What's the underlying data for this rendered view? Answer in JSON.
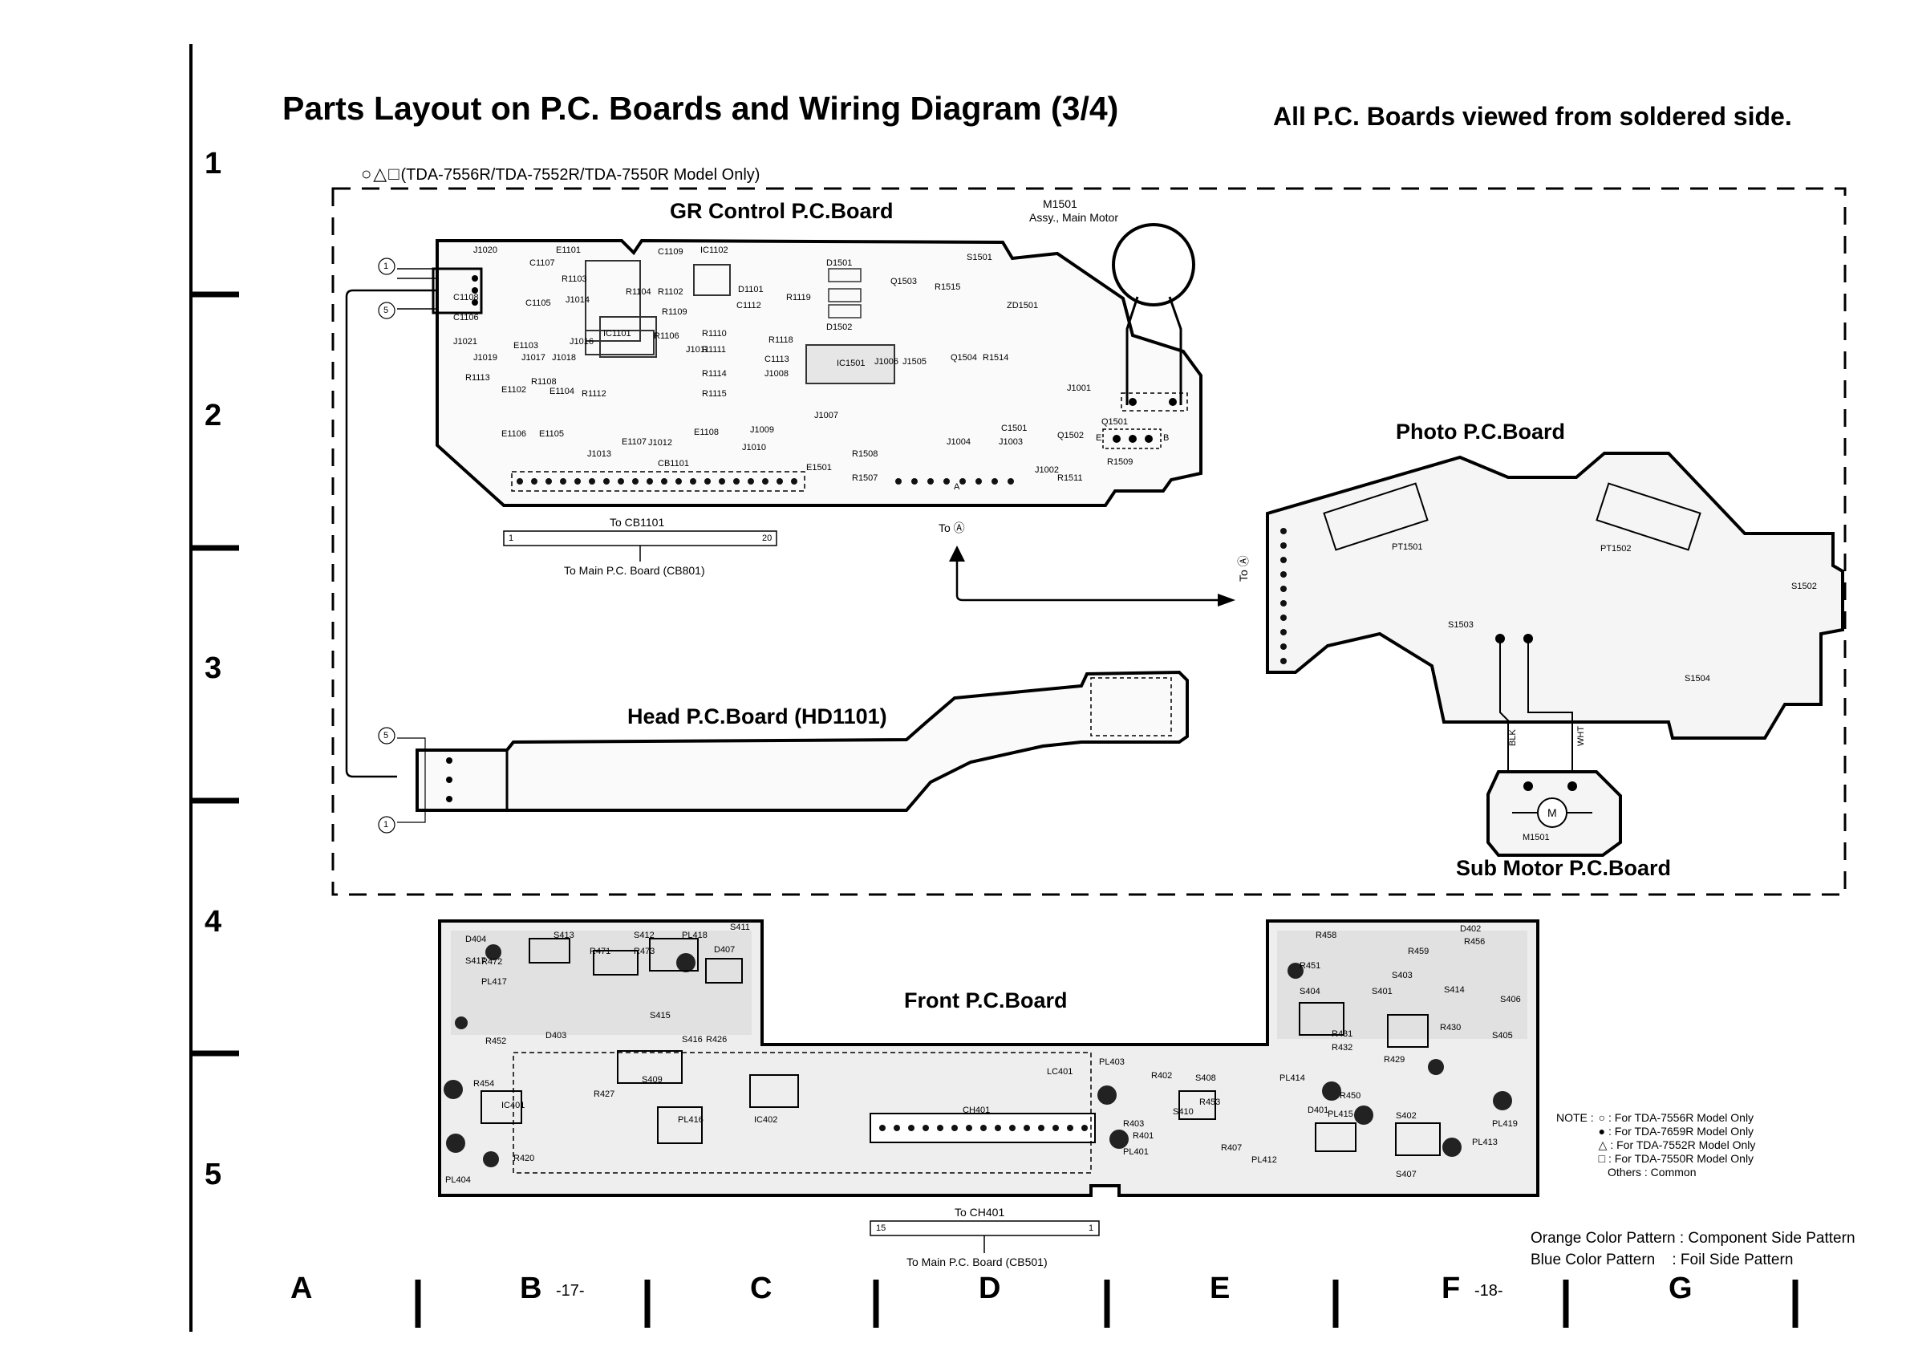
{
  "title": "Parts Layout on P.C. Boards and Wiring Diagram (3/4)",
  "subtitle": "All P.C. Boards viewed from soldered side.",
  "row_labels": [
    "1",
    "2",
    "3",
    "4",
    "5"
  ],
  "column_labels": [
    "A",
    "B",
    "C",
    "D",
    "E",
    "F",
    "G"
  ],
  "page_numbers": {
    "left": "-17-",
    "right": "-18-"
  },
  "model_note": {
    "symbols": "○△□",
    "text": "(TDA-7556R/TDA-7552R/TDA-7550R Model Only)"
  },
  "boards": {
    "gr_control": "GR Control P.C.Board",
    "photo": "Photo P.C.Board",
    "head": "Head P.C.Board (HD1101)",
    "sub_motor": "Sub Motor P.C.Board",
    "front": "Front P.C.Board"
  },
  "main_motor": {
    "ref": "M1501",
    "desc": "Assy., Main Motor"
  },
  "connectors": {
    "cb1101_to": "To CB1101",
    "cb1101_start": "1",
    "cb1101_end": "20",
    "to_main_cb801": "To Main P.C. Board (CB801)",
    "to_a": "To Ⓐ",
    "to_a_side": "To Ⓐ",
    "ch401_to": "To CH401",
    "ch401_start": "15",
    "ch401_end": "1",
    "to_main_cb501": "To Main P.C. Board (CB501)"
  },
  "gr_labels": [
    "E1101",
    "IC1102",
    "C1107",
    "J1020",
    "C1108",
    "C1109",
    "C1105",
    "J1014",
    "R1103",
    "R1104",
    "R1102",
    "R1109",
    "C1106",
    "IC1101",
    "R1106",
    "R1110",
    "R1111",
    "E1103",
    "J1021",
    "J1019",
    "J1017",
    "J1018",
    "J1016",
    "R1113",
    "R1108",
    "E1104",
    "R1112",
    "E1102",
    "D1101",
    "C1112",
    "R1119",
    "R1118",
    "J1011",
    "R1114",
    "R1115",
    "C1113",
    "J1008",
    "IC1501",
    "D1501",
    "D1502",
    "Q1503",
    "R1515",
    "S1501",
    "ZD1501",
    "J1006",
    "J1505",
    "Q1504",
    "R1514",
    "J1001",
    "J1007",
    "E1106",
    "E1105",
    "E1107",
    "J1012",
    "J1013",
    "E1108",
    "J1009",
    "J1010",
    "E1501",
    "CB1101",
    "R1508",
    "R1507",
    "J1004",
    "J1003",
    "C1501",
    "Q1502",
    "Q1501",
    "R1511",
    "R1509",
    "J1002"
  ],
  "photo_labels": [
    "PT1501",
    "PT1502",
    "S1503",
    "S1502",
    "S1504"
  ],
  "submotor_labels": {
    "motor": "M1501",
    "blk": "BLK",
    "wht": "WHT",
    "motor_symbol": "M"
  },
  "front_labels": [
    "PL417",
    "D404",
    "S417",
    "R472",
    "R471",
    "R473",
    "S413",
    "S412",
    "PL418",
    "S411",
    "D407",
    "R452",
    "D403",
    "S415",
    "S416",
    "R454",
    "IC401",
    "PL404",
    "R420",
    "R427",
    "S409",
    "R426",
    "PL416",
    "LC401",
    "CH401",
    "PL403",
    "R403",
    "R402",
    "S408",
    "R453",
    "PL401",
    "S410",
    "R401",
    "R407",
    "PL412",
    "PL413",
    "R458",
    "D402",
    "R456",
    "R459",
    "S403",
    "S401",
    "S402",
    "S404",
    "R429",
    "R430",
    "S405",
    "S406",
    "S407",
    "PL419",
    "PL414",
    "PL415",
    "R431",
    "R432",
    "S414",
    "IC402",
    "D401",
    "R450",
    "R451"
  ],
  "pin_marks": {
    "one": "1",
    "five": "5",
    "a": "A",
    "b": "B",
    "e": "E"
  },
  "notes": {
    "heading": "NOTE :",
    "items": [
      {
        "symbol": "○",
        "text": ": For TDA-7556R Model Only"
      },
      {
        "symbol": "●",
        "text": ": For TDA-7659R Model Only"
      },
      {
        "symbol": "△",
        "text": ": For TDA-7552R Model Only"
      },
      {
        "symbol": "□",
        "text": ": For TDA-7550R Model Only"
      }
    ],
    "others": "Others : Common"
  },
  "color_legend": [
    {
      "pattern": "Orange Color Pattern",
      "meaning": ": Component Side Pattern"
    },
    {
      "pattern": "Blue Color Pattern",
      "meaning": ": Foil Side Pattern"
    }
  ]
}
